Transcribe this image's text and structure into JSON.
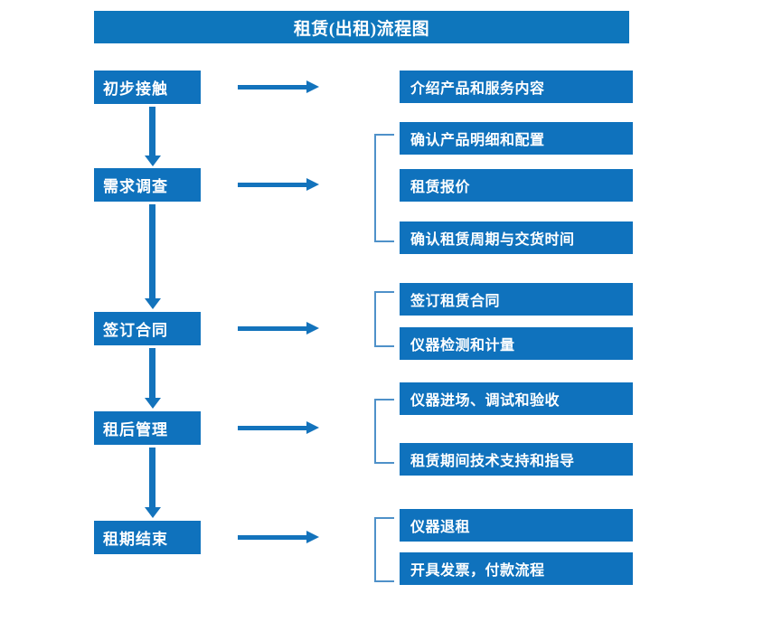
{
  "title": {
    "text": "租赁(出租)流程图"
  },
  "colors": {
    "box_blue": "#0F72BD",
    "title_blue": "#0E76BC",
    "arrow_blue": "#1373BC",
    "bracket_blue": "#4F91C9",
    "text_white": "#FFFFFF",
    "background": "#FFFFFF"
  },
  "chart_data": {
    "type": "diagram",
    "title": "租赁(出租)流程图",
    "stages": [
      {
        "label": "初步接触",
        "details": [
          "介绍产品和服务内容"
        ],
        "bracketed": false
      },
      {
        "label": "需求调查",
        "details": [
          "确认产品明细和配置",
          "租赁报价",
          "确认租赁周期与交货时间"
        ],
        "bracketed": true
      },
      {
        "label": "签订合同",
        "details": [
          "签订租赁合同",
          "仪器检测和计量"
        ],
        "bracketed": true
      },
      {
        "label": "租后管理",
        "details": [
          "仪器进场、调试和验收",
          "租赁期间技术支持和指导"
        ],
        "bracketed": true
      },
      {
        "label": "租期结束",
        "details": [
          "仪器退租",
          "开具发票，付款流程"
        ],
        "bracketed": true
      }
    ]
  },
  "stages": [
    {
      "label": "初步接触"
    },
    {
      "label": "需求调查"
    },
    {
      "label": "签订合同"
    },
    {
      "label": "租后管理"
    },
    {
      "label": "租期结束"
    }
  ],
  "details": [
    {
      "label": "介绍产品和服务内容"
    },
    {
      "label": "确认产品明细和配置"
    },
    {
      "label": "租赁报价"
    },
    {
      "label": "确认租赁周期与交货时间"
    },
    {
      "label": "签订租赁合同"
    },
    {
      "label": "仪器检测和计量"
    },
    {
      "label": "仪器进场、调试和验收"
    },
    {
      "label": "租赁期间技术支持和指导"
    },
    {
      "label": "仪器退租"
    },
    {
      "label": "开具发票，付款流程"
    }
  ]
}
